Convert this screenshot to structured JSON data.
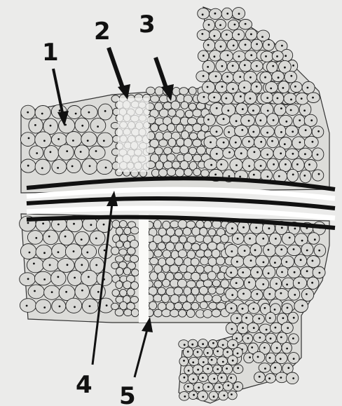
{
  "figure": {
    "background_color": "#ebebea",
    "cell_fill": "#d9d9d6",
    "cell_outline": "#222222",
    "band_color": "#111111",
    "band_gap_color": "#ffffff",
    "arrow_color": "#111111",
    "labels": [
      "1",
      "2",
      "3",
      "4",
      "5"
    ]
  }
}
